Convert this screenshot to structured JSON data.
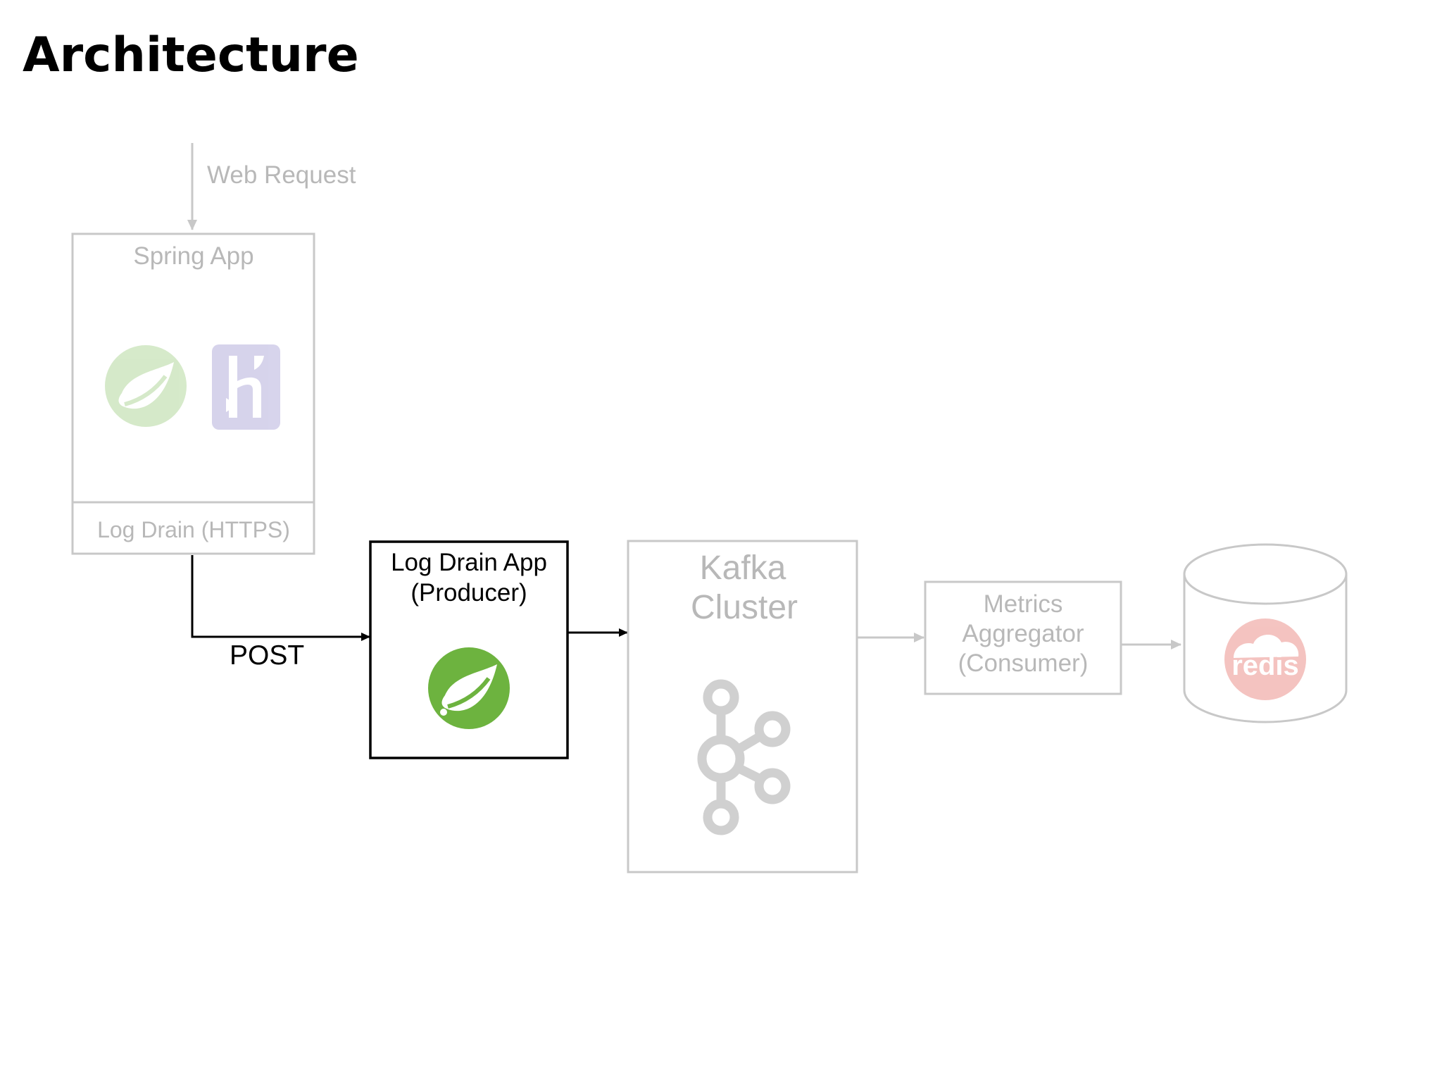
{
  "title": "Architecture",
  "diagram": {
    "web_request_label": "Web Request",
    "spring_app": {
      "title": "Spring App",
      "log_drain_label": "Log Drain (HTTPS)"
    },
    "post_label": "POST",
    "log_drain_app": {
      "title_line1": "Log Drain App",
      "title_line2": "(Producer)"
    },
    "kafka": {
      "title_line1": "Kafka",
      "title_line2": "Cluster"
    },
    "metrics": {
      "line1": "Metrics",
      "line2": "Aggregator",
      "line3": "(Consumer)"
    },
    "redis": {
      "logo_text": "redis"
    },
    "colors": {
      "active": "#000000",
      "faded_stroke": "#c8c8c8",
      "faded_text": "#b8b8b8",
      "spring_green": "#6db33f",
      "heroku_purple": "#7b6fbf",
      "redis_red": "#d82c20"
    },
    "icons": [
      "spring-leaf-icon",
      "heroku-icon",
      "kafka-icon",
      "redis-icon"
    ]
  }
}
